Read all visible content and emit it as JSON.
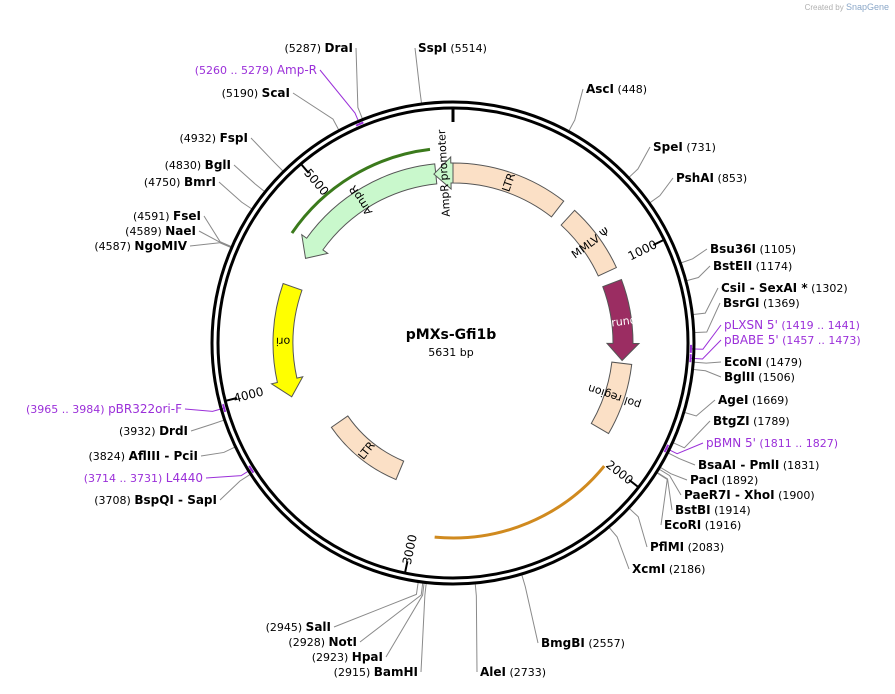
{
  "header": {
    "created_by": "Created by",
    "brand": "SnapGene"
  },
  "plasmid": {
    "name": "pMXs-Gfi1b",
    "length_label": "5631 bp",
    "length": 5631
  },
  "colors": {
    "primer": "#9b30d9",
    "ltr": "#fbe0c6",
    "ampr": "#c9f8cc",
    "ori": "#ffff00",
    "gag": "#9b2d62",
    "feature_stroke": "#000000",
    "ampr_outline": "#3b7a1c",
    "orange_outline": "#d08a1f"
  },
  "ticks": [
    1000,
    2000,
    3000,
    4000,
    5000
  ],
  "sites": [
    {
      "name": "DraI",
      "pos": "(5287)",
      "bp": 5287,
      "side": "left"
    },
    {
      "name": "SspI",
      "pos": "(5514)",
      "bp": 5514,
      "side": "right"
    },
    {
      "name": "AscI",
      "pos": "(448)",
      "bp": 448,
      "side": "right"
    },
    {
      "name": "ScaI",
      "pos": "(5190)",
      "bp": 5190,
      "side": "left"
    },
    {
      "name": "SpeI",
      "pos": "(731)",
      "bp": 731,
      "side": "right"
    },
    {
      "name": "FspI",
      "pos": "(4932)",
      "bp": 4932,
      "side": "left"
    },
    {
      "name": "PshAI",
      "pos": "(853)",
      "bp": 853,
      "side": "right"
    },
    {
      "name": "BglI",
      "pos": "(4830)",
      "bp": 4830,
      "side": "left"
    },
    {
      "name": "BmrI",
      "pos": "(4750)",
      "bp": 4750,
      "side": "left"
    },
    {
      "name": "FseI",
      "pos": "(4591)",
      "bp": 4591,
      "side": "left"
    },
    {
      "name": "NaeI",
      "pos": "(4589)",
      "bp": 4589,
      "side": "left"
    },
    {
      "name": "NgoMIV",
      "pos": "(4587)",
      "bp": 4587,
      "side": "left"
    },
    {
      "name": "Bsu36I",
      "pos": "(1105)",
      "bp": 1105,
      "side": "right"
    },
    {
      "name": "BstEII",
      "pos": "(1174)",
      "bp": 1174,
      "side": "right"
    },
    {
      "name": "CsiI  -  SexAI *",
      "pos": "(1302)",
      "bp": 1302,
      "side": "right"
    },
    {
      "name": "BsrGI",
      "pos": "(1369)",
      "bp": 1369,
      "side": "right"
    },
    {
      "name": "EcoNI",
      "pos": "(1479)",
      "bp": 1479,
      "side": "right"
    },
    {
      "name": "BglII",
      "pos": "(1506)",
      "bp": 1506,
      "side": "right"
    },
    {
      "name": "AgeI",
      "pos": "(1669)",
      "bp": 1669,
      "side": "right"
    },
    {
      "name": "BtgZI",
      "pos": "(1789)",
      "bp": 1789,
      "side": "right"
    },
    {
      "name": "BsaAI  -  PmlI",
      "pos": "(1831)",
      "bp": 1831,
      "side": "right"
    },
    {
      "name": "PacI",
      "pos": "(1892)",
      "bp": 1892,
      "side": "right"
    },
    {
      "name": "PaeR7I  -  XhoI",
      "pos": "(1900)",
      "bp": 1900,
      "side": "right"
    },
    {
      "name": "BstBI",
      "pos": "(1914)",
      "bp": 1914,
      "side": "right"
    },
    {
      "name": "EcoRI",
      "pos": "(1916)",
      "bp": 1916,
      "side": "right"
    },
    {
      "name": "PflMI",
      "pos": "(2083)",
      "bp": 2083,
      "side": "right"
    },
    {
      "name": "XcmI",
      "pos": "(2186)",
      "bp": 2186,
      "side": "right"
    },
    {
      "name": "BmgBI",
      "pos": "(2557)",
      "bp": 2557,
      "side": "right"
    },
    {
      "name": "AleI",
      "pos": "(2733)",
      "bp": 2733,
      "side": "right"
    },
    {
      "name": "SalI",
      "pos": "(2945)",
      "bp": 2945,
      "side": "left"
    },
    {
      "name": "NotI",
      "pos": "(2928)",
      "bp": 2928,
      "side": "left"
    },
    {
      "name": "HpaI",
      "pos": "(2923)",
      "bp": 2923,
      "side": "left"
    },
    {
      "name": "BamHI",
      "pos": "(2915)",
      "bp": 2915,
      "side": "left"
    },
    {
      "name": "DrdI",
      "pos": "(3932)",
      "bp": 3932,
      "side": "left"
    },
    {
      "name": "AflIII  -  PciI",
      "pos": "(3824)",
      "bp": 3824,
      "side": "left"
    },
    {
      "name": "BspQI  -  SapI",
      "pos": "(3708)",
      "bp": 3708,
      "side": "left"
    }
  ],
  "primers": [
    {
      "name": "Amp-R",
      "range": "(5260 .. 5279)",
      "bp": 5270,
      "side": "left"
    },
    {
      "name": "pLXSN 5'",
      "range": "(1419 .. 1441)",
      "bp": 1430,
      "side": "right"
    },
    {
      "name": "pBABE 5'",
      "range": "(1457 .. 1473)",
      "bp": 1465,
      "side": "right"
    },
    {
      "name": "pBMN 5'",
      "range": "(1811 .. 1827)",
      "bp": 1819,
      "side": "right"
    },
    {
      "name": "pBR322ori-F",
      "range": "(3965 .. 3984)",
      "bp": 3975,
      "side": "left"
    },
    {
      "name": "L4440",
      "range": "(3714 .. 3731)",
      "bp": 3722,
      "side": "left"
    }
  ],
  "features": [
    {
      "name": "LTR",
      "start": 0,
      "end": 594,
      "kind": "ltr"
    },
    {
      "name": "MMLV Ψ",
      "start": 665,
      "end": 1020,
      "kind": "ltr"
    },
    {
      "name": "gag (truncated)",
      "start": 1085,
      "end": 1500,
      "kind": "gag"
    },
    {
      "name": "pol region",
      "start": 1515,
      "end": 1880,
      "kind": "ltr"
    },
    {
      "name": "LTR",
      "start": 3170,
      "end": 3680,
      "kind": "ltr"
    },
    {
      "name": "ori",
      "start": 3935,
      "end": 4525,
      "kind": "ori"
    },
    {
      "name": "AmpR",
      "start": 4690,
      "end": 5540,
      "kind": "ampr"
    },
    {
      "name": "AmpR promoter",
      "start": 5530,
      "end": 5631,
      "kind": "ampr"
    }
  ]
}
